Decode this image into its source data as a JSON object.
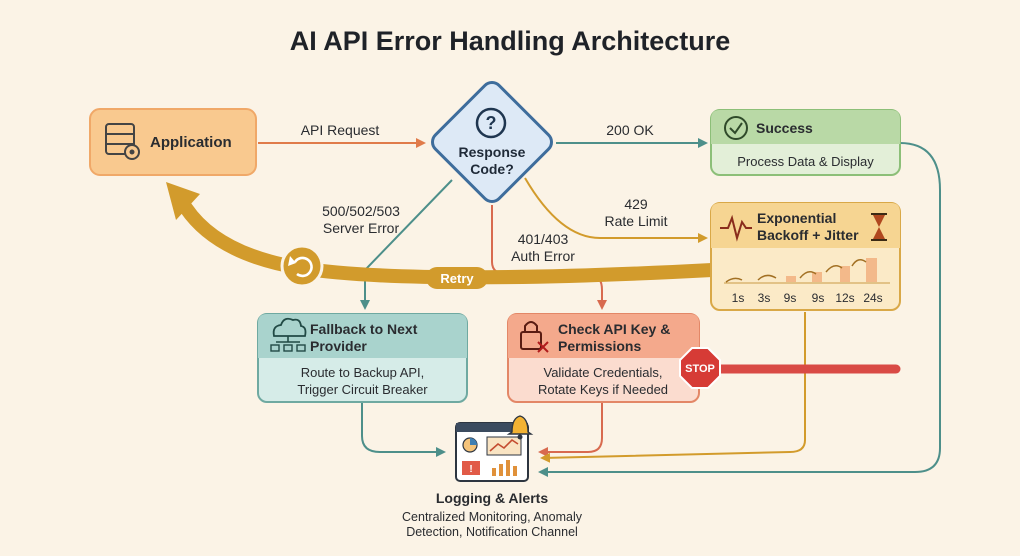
{
  "title": "AI API Error Handling Architecture",
  "nodes": {
    "application": {
      "label": "Application"
    },
    "response_code": {
      "label_line1": "Response",
      "label_line2": "Code?"
    },
    "success": {
      "title": "Success",
      "text": "Process Data & Display"
    },
    "backoff": {
      "title_line1": "Exponential",
      "title_line2": "Backoff + Jitter",
      "timeline": [
        "1s",
        "3s",
        "9s",
        "9s",
        "12s",
        "24s"
      ]
    },
    "fallback": {
      "title_line1": "Fallback to Next",
      "title_line2": "Provider",
      "text_line1": "Route to Backup API,",
      "text_line2": "Trigger Circuit Breaker"
    },
    "check_key": {
      "title_line1": "Check API Key &",
      "title_line2": "Permissions",
      "text_line1": "Validate Credentials,",
      "text_line2": "Rotate Keys if Needed",
      "stop": "STOP"
    },
    "logging": {
      "title": "Logging & Alerts",
      "text_line1": "Centralized Monitoring, Anomaly",
      "text_line2": "Detection, Notification Channel"
    }
  },
  "edges": {
    "api_request": "API Request",
    "ok": "200 OK",
    "rate_limit_code": "429",
    "rate_limit_text": "Rate Limit",
    "server_error_code": "500/502/503",
    "server_error_text": "Server Error",
    "auth_error_code": "401/403",
    "auth_error_text": "Auth Error",
    "retry": "Retry"
  },
  "colors": {
    "background": "#fbf3e6",
    "application": "#f9c98f",
    "response": "#dde9f6",
    "success": "#cfe5c3",
    "backoff": "#f6d79a",
    "fallback": "#b8ddd8",
    "check_key": "#f3a98d",
    "retry_arrow": "#d29b2c",
    "stop_bar": "#d94a45"
  }
}
